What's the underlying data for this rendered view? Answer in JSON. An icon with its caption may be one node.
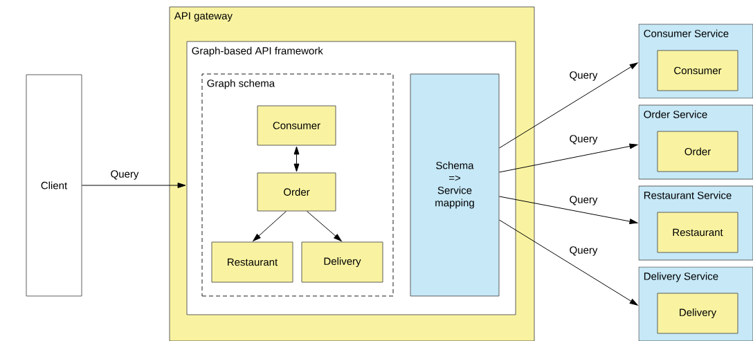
{
  "diagram": {
    "nodes": [
      {
        "text": [
          "Client"
        ]
      },
      {
        "text": [
          "API gateway"
        ]
      },
      {
        "text": [
          "Graph-based API framework"
        ],
        "in": 1
      },
      {
        "text": [
          "Graph schema"
        ],
        "in": 2
      },
      {
        "text": [
          "Consumer"
        ],
        "in": 3
      },
      {
        "text": [
          "Order"
        ],
        "in": 3
      },
      {
        "text": [
          "Restaurant"
        ],
        "in": 3
      },
      {
        "text": [
          "Delivery"
        ],
        "in": 3
      },
      {
        "text": [
          "Schema => Service mapping"
        ],
        "in": 2
      },
      {
        "text": [
          "Consumer Service"
        ]
      },
      {
        "text": [
          "Consumer"
        ],
        "in": 9
      },
      {
        "text": [
          "Order Service"
        ]
      },
      {
        "text": [
          "Order"
        ],
        "in": 11
      },
      {
        "text": [
          "Restaurant Service"
        ]
      },
      {
        "text": [
          "Restaurant"
        ],
        "in": 13
      },
      {
        "text": [
          "Delivery Service"
        ]
      },
      {
        "text": [
          "Delivery"
        ],
        "in": 15
      }
    ],
    "edges": [
      {
        "from": 0,
        "to": 2,
        "arrow": "to",
        "label": "Query"
      },
      {
        "from": 4,
        "to": 5,
        "arrow": "both"
      },
      {
        "from": 5,
        "to": 6,
        "arrow": "to"
      },
      {
        "from": 5,
        "to": 7,
        "arrow": "to"
      },
      {
        "from": 8,
        "to": 9,
        "arrow": "to",
        "label": "Query"
      },
      {
        "from": 8,
        "to": 11,
        "arrow": "to",
        "label": "Query"
      },
      {
        "from": 8,
        "to": 13,
        "arrow": "to",
        "label": "Query"
      },
      {
        "from": 8,
        "to": 15,
        "arrow": "to",
        "label": "Query"
      }
    ]
  }
}
